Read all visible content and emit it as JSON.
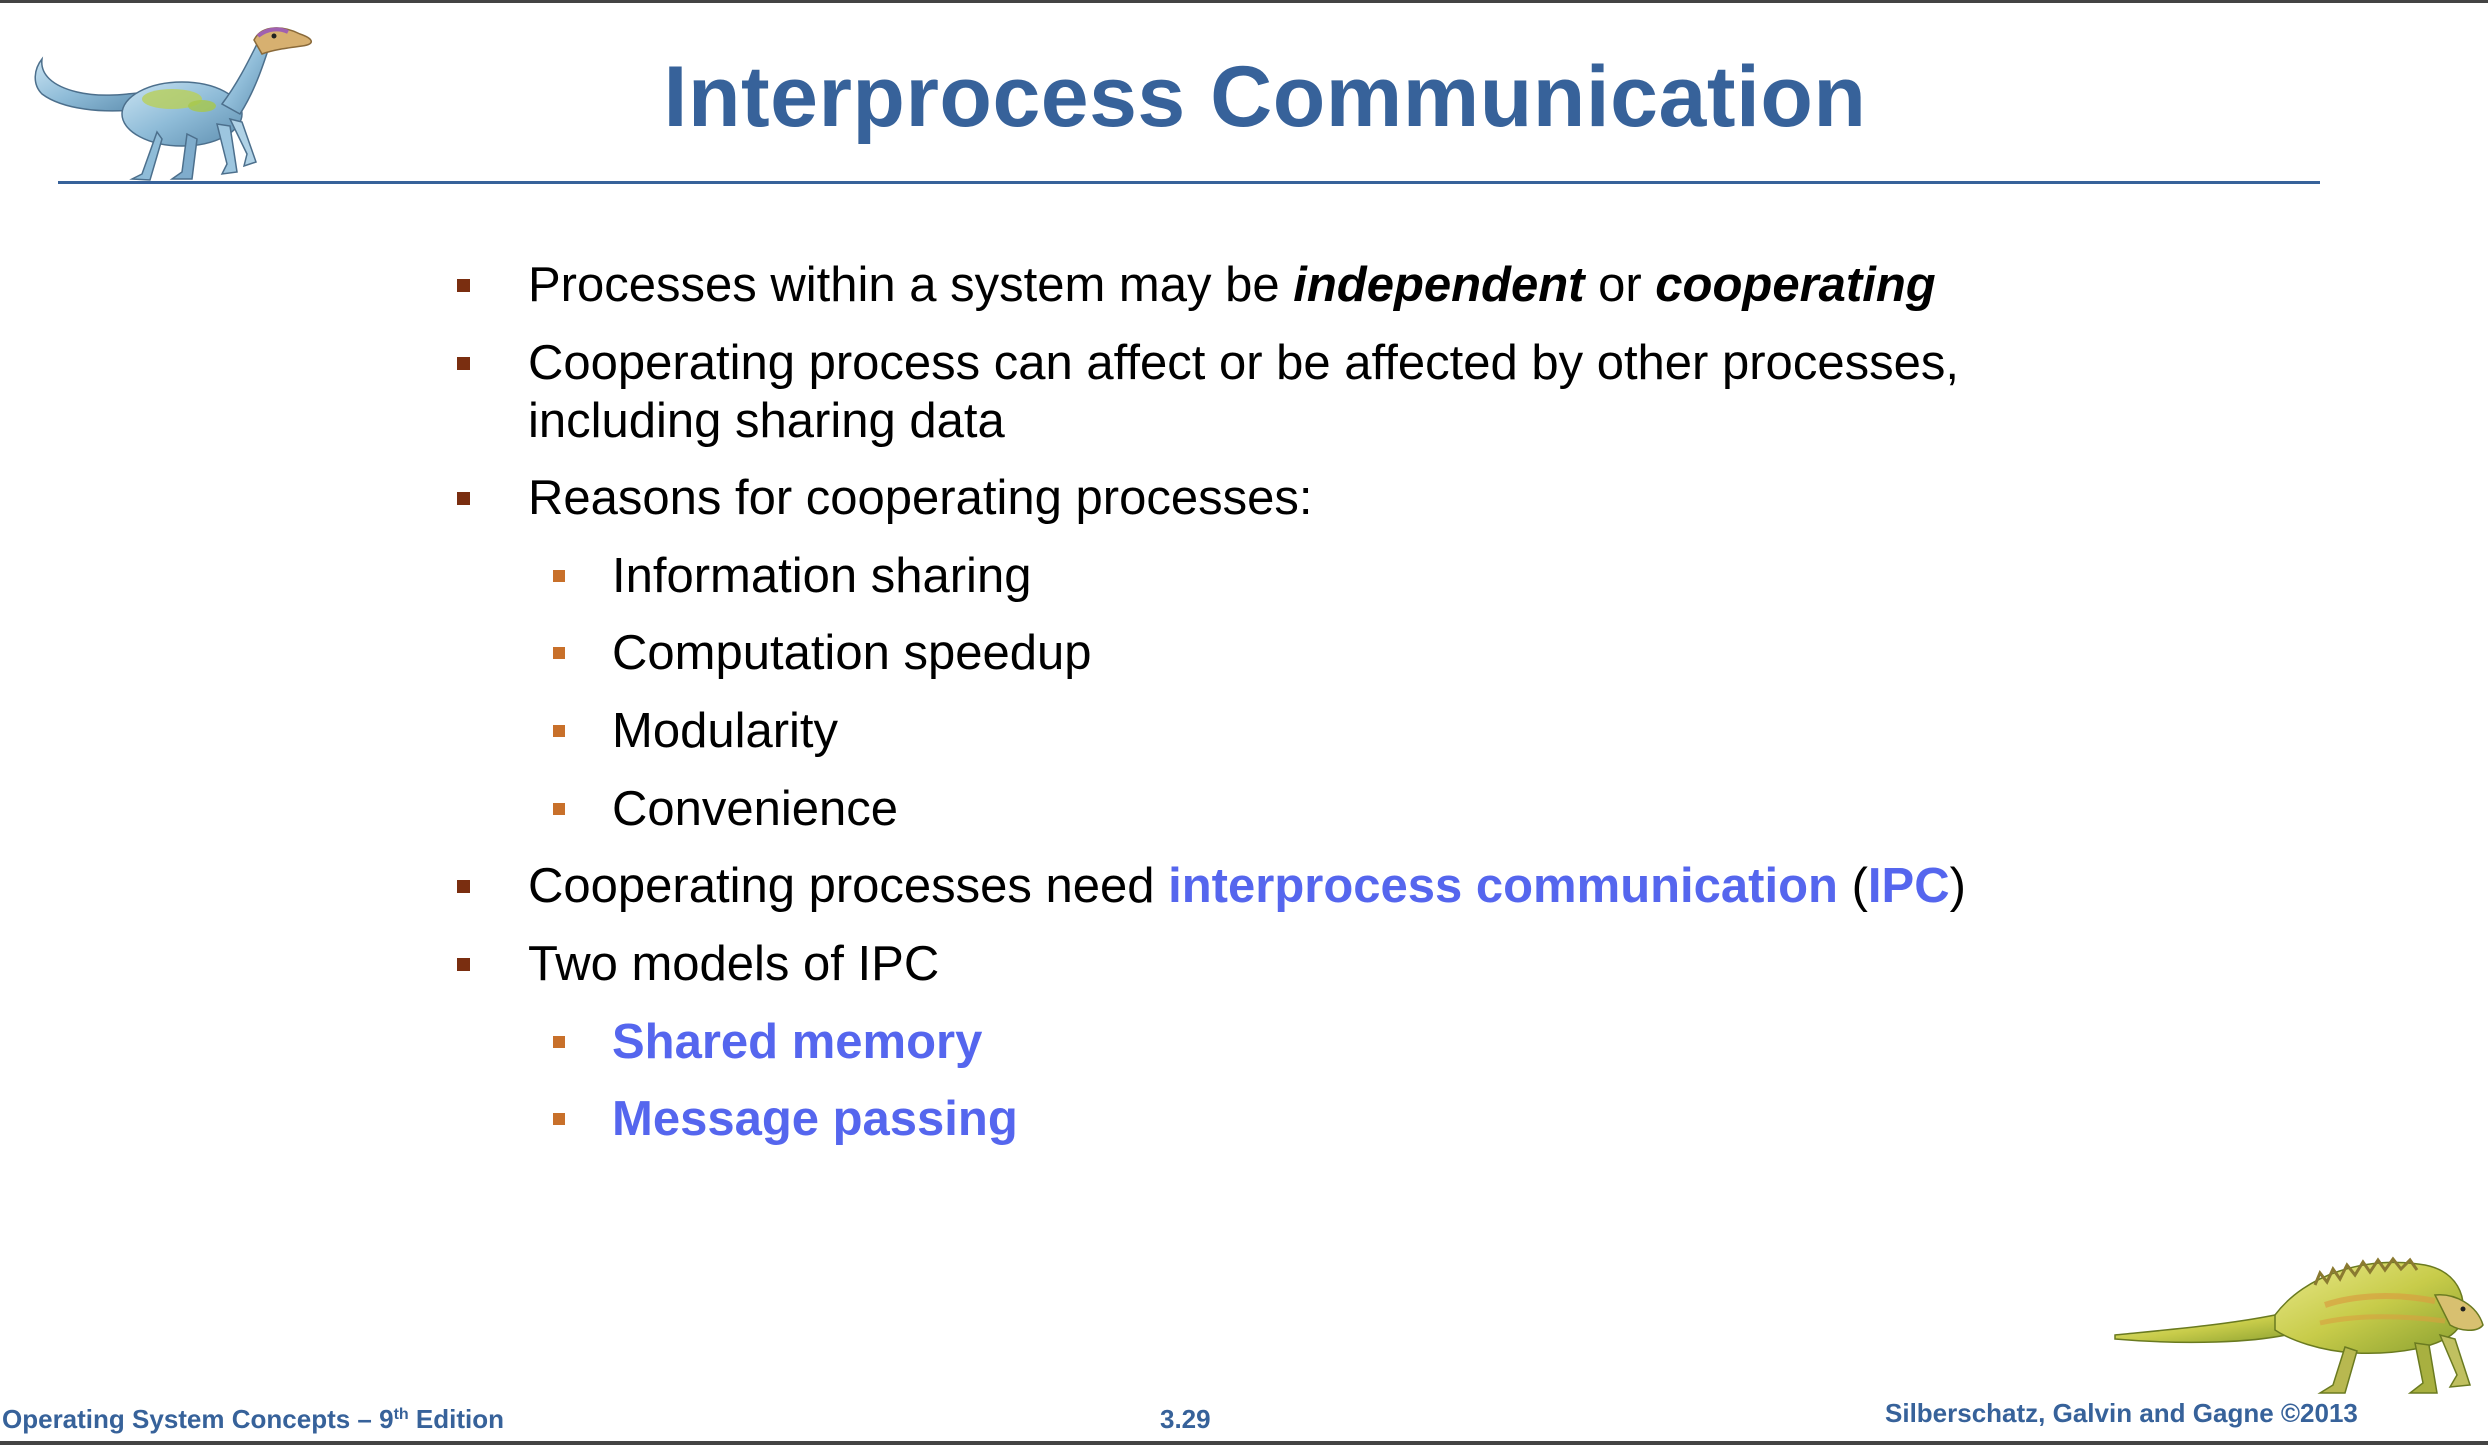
{
  "slide": {
    "title": "Interprocess Communication"
  },
  "bullets": {
    "b1": {
      "pre": "Processes within a system may be ",
      "em1": "independent",
      "mid": " or ",
      "em2": "cooperating"
    },
    "b2": {
      "line1": "Cooperating process can affect or be affected by other processes,",
      "line2": "including sharing data"
    },
    "b3": {
      "text": "Reasons for cooperating processes:",
      "subitems": [
        "Information sharing",
        "Computation speedup",
        "Modularity",
        "Convenience"
      ]
    },
    "b4": {
      "pre": "Cooperating processes need ",
      "hl1": "interprocess communication",
      "mid": " (",
      "hl2": "IPC",
      "post": ")"
    },
    "b5": {
      "text": "Two models of IPC",
      "subitems": [
        "Shared memory",
        "Message passing"
      ]
    }
  },
  "footer": {
    "book_pre": "Operating System Concepts – 9",
    "book_sup": "th",
    "book_post": " Edition",
    "page": "3.29",
    "copyright": "Silberschatz, Galvin and Gagne ©2013"
  },
  "icons": {
    "top_left": "dinosaur-icon",
    "bottom_right": "dinosaur-icon"
  },
  "colors": {
    "title": "#37629a",
    "highlight": "#5566ee",
    "bullet_primary": "#7a2e10",
    "bullet_secondary": "#c8702a"
  }
}
